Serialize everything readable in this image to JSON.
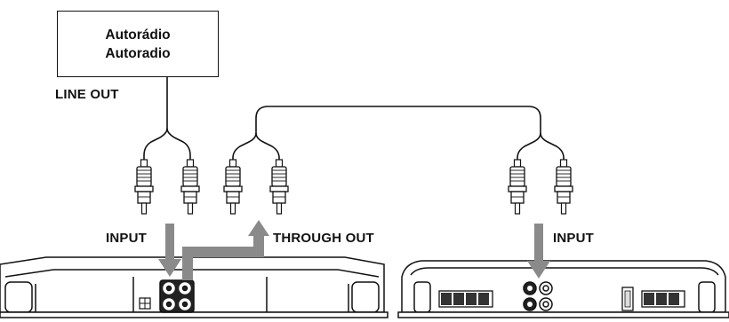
{
  "head_unit": {
    "title_line1": "Autorádio",
    "title_line2": "Autoradio"
  },
  "labels": {
    "line_out": "LINE OUT",
    "input_left": "INPUT",
    "through_out": "THROUGH OUT",
    "input_right": "INPUT"
  }
}
